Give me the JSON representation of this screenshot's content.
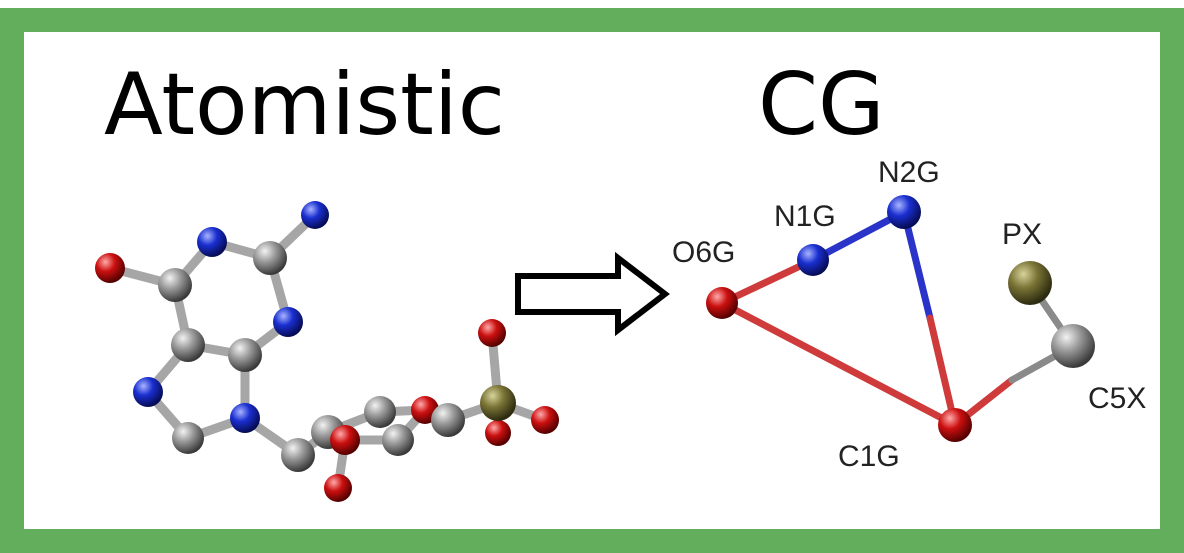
{
  "titles": {
    "atomistic": "Atomistic",
    "cg": "CG"
  },
  "cg_beads": {
    "o6g": "O6G",
    "n1g": "N1G",
    "n2g": "N2G",
    "px": "PX",
    "c5x": "C5X",
    "c1g": "C1G"
  },
  "colors": {
    "frame": "#62ae5c",
    "carbon": "#8a8a8a",
    "nitrogen": "#1a2fd0",
    "oxygen": "#cc1010",
    "phosphorus": "#7a7436",
    "bond_red": "#cf3a3a",
    "bond_blue": "#2a34c8"
  }
}
